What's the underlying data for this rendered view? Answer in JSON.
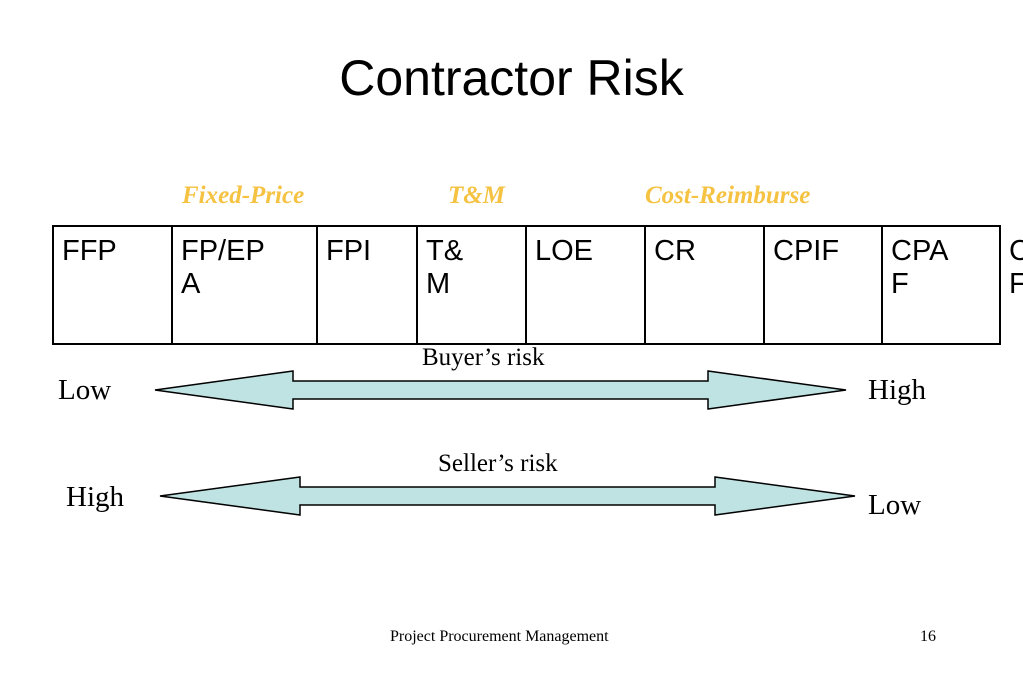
{
  "slide": {
    "title": "Contractor Risk",
    "categories": [
      "Fixed-Price",
      "T&M",
      "Cost-Reimburse"
    ],
    "contract_types": [
      [
        "FFP"
      ],
      [
        "FP/EP",
        "A"
      ],
      [
        "FPI"
      ],
      [
        "T&",
        "M"
      ],
      [
        "LOE"
      ],
      [
        "CR"
      ],
      [
        "CPIF"
      ],
      [
        "CPA",
        "F"
      ],
      [
        "CPF",
        "F"
      ]
    ],
    "buyer_risk": {
      "label": "Buyer’s risk",
      "left": "Low",
      "right": "High"
    },
    "seller_risk": {
      "label": "Seller’s risk",
      "left": "High",
      "right": "Low"
    },
    "footer": {
      "text": "Project Procurement Management",
      "page": "16"
    }
  },
  "colors": {
    "category_text": "#f5c242",
    "arrow_fill": "#bfe3e3",
    "arrow_stroke": "#000000"
  }
}
